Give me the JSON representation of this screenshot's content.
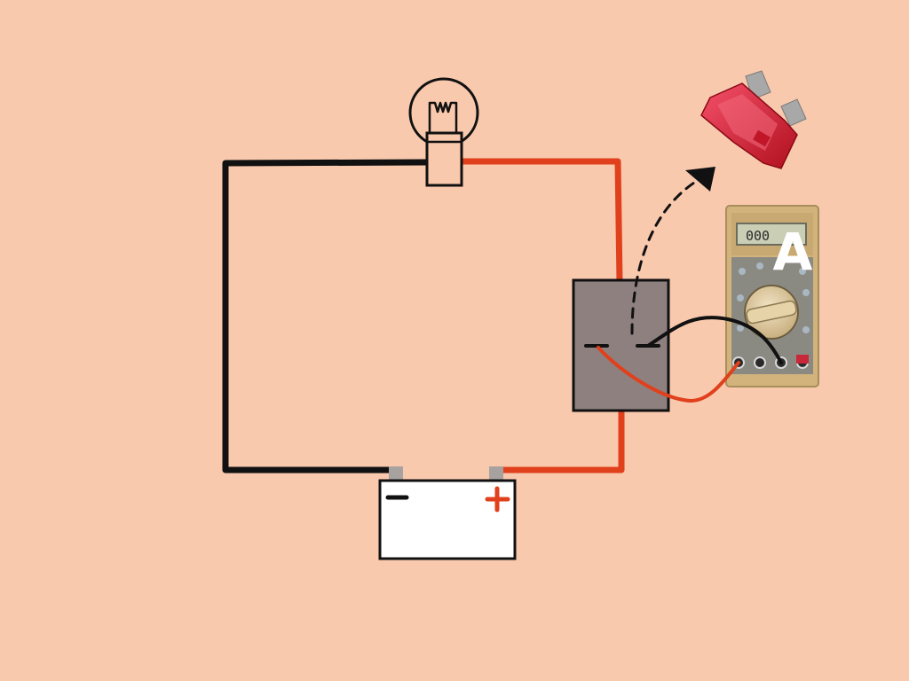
{
  "colors": {
    "background": "#F9C9AE",
    "wire_negative": "#111111",
    "wire_positive": "#E0401C",
    "fuse_box": "#8E807E",
    "battery_body": "#FFFFFF",
    "battery_terminal": "#A7A2A0",
    "fuse_body": "#E8223A",
    "multimeter_body": "#D2B37C",
    "multimeter_face": "#8B8A82",
    "multimeter_label": "#FFFFFF"
  },
  "components": {
    "bulb": {
      "icon": "light-bulb-icon"
    },
    "battery": {
      "icon": "battery-icon",
      "negative_symbol": "−",
      "positive_symbol": "+"
    },
    "fuse_holder": {
      "icon": "fuse-holder-icon"
    },
    "blade_fuse": {
      "icon": "blade-fuse-icon"
    },
    "multimeter": {
      "icon": "multimeter-icon",
      "display": "000",
      "label": "A"
    },
    "arrow": {
      "icon": "dashed-arrow-icon",
      "style": "dashed"
    }
  }
}
